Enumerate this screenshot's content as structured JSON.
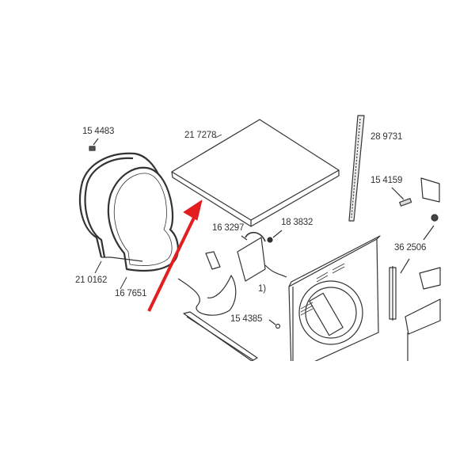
{
  "diagram": {
    "accent_color": "#e31e1e",
    "part_labels": {
      "p154483": "15 4483",
      "p217278": "21 7278",
      "p289731": "28 9731",
      "p154159": "15 4159",
      "p163297": "16 3297",
      "p183832": "18 3832",
      "p362506": "36 2506",
      "p210162": "21 0162",
      "p167651": "16 7651",
      "note1": "1)",
      "p154385": "15 4385"
    }
  }
}
